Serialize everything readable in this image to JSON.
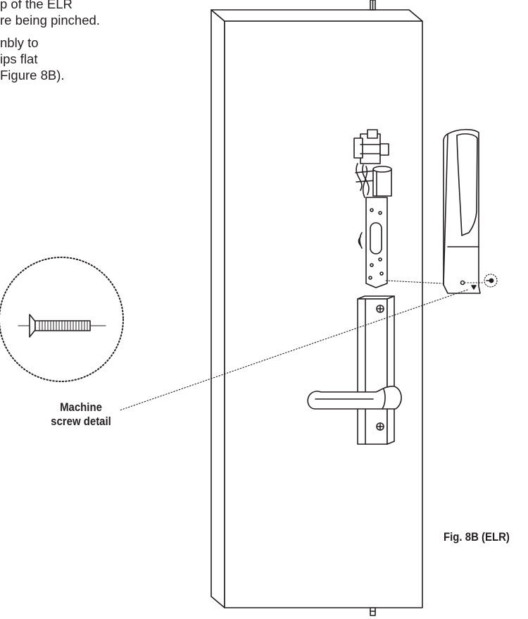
{
  "instructions": {
    "line1": "p of the ELR",
    "line2": "re being pinched.",
    "line3": "nbly to",
    "line4": "ips flat",
    "line5": "Figure 8B)."
  },
  "callout": {
    "line1": "Machine",
    "line2": "screw detail"
  },
  "figure_caption": "Fig. 8B (ELR)"
}
